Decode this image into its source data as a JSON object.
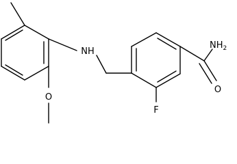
{
  "molecule": {
    "atoms": {
      "nh": "NH",
      "nh2": "NH",
      "nh2_subscript": "2",
      "o_amide": "O",
      "o_ether": "O",
      "f": "F"
    },
    "colors": {
      "bond": "#000000",
      "label": "#000000",
      "background": "#ffffff"
    }
  }
}
